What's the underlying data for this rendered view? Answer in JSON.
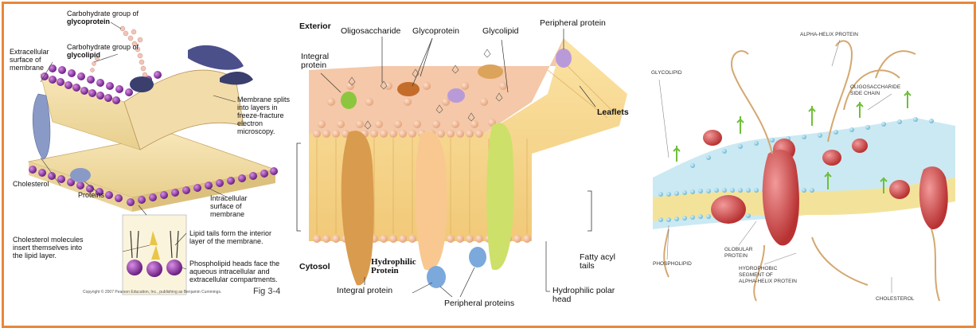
{
  "panel1": {
    "carb_glycoprotein_prefix": "Carbohydrate group of ",
    "carb_glycoprotein_bold": "glycoprotein",
    "carb_glycolipid_prefix": "Carbohydrate group of ",
    "carb_glycolipid_bold": "glycolipid",
    "extracellular": "Extracellular\nsurface of\nmembrane",
    "membrane_splits": "Membrane splits\ninto layers in\nfreeze-fracture\nelectron\nmicroscopy.",
    "cholesterol": "Cholesterol",
    "proteins": "Proteins",
    "intracellular": "Intracellular\nsurface of\nmembrane",
    "cholesterol_molecules": "Cholesterol molecules\ninsert themselves into\nthe lipid layer.",
    "lipid_tails": "Lipid tails form the interior\nlayer of the membrane.",
    "phospholipid_heads": "Phospholipid heads face the\naqueous intracellular and\nextracellular compartments.",
    "copyright": "Copyright © 2007 Pearson Education, Inc., publishing as Benjamin Cummings.",
    "fig": "Fig 3-4"
  },
  "panel2": {
    "exterior": "Exterior",
    "oligosaccharide": "Oligosaccharide",
    "glycoprotein": "Glycoprotein",
    "glycolipid": "Glycolipid",
    "peripheral_protein": "Peripheral protein",
    "integral_protein_top": "Integral\nprotein",
    "leaflets": "Leaflets",
    "cytosol": "Cytosol",
    "hydrophilic_protein": "Hydrophilic\nProtein",
    "integral_protein_bottom": "Integral protein",
    "peripheral_proteins": "Peripheral proteins",
    "fatty_acyl": "Fatty acyl\ntails",
    "hydrophilic_polar": "Hydrophilic polar\nhead"
  },
  "panel3": {
    "alpha_helix_top": "Alpha-helix protein",
    "glycolipid": "Glycolipid",
    "oligosaccharide": "Oligosaccharide\nside chain",
    "phospholipid": "Phospholipid",
    "globular": "Globular\nprotein",
    "hydrophobic": "Hydrophobic\nsegment of\nalpha-helix protein",
    "cholesterol": "Cholesterol"
  },
  "colors": {
    "frame": "#e8883a",
    "head_purple": "#8b2fa0",
    "head_peach": "#f0b896",
    "head_cyan": "#8fd4e8",
    "protein_red": "#d84848"
  }
}
